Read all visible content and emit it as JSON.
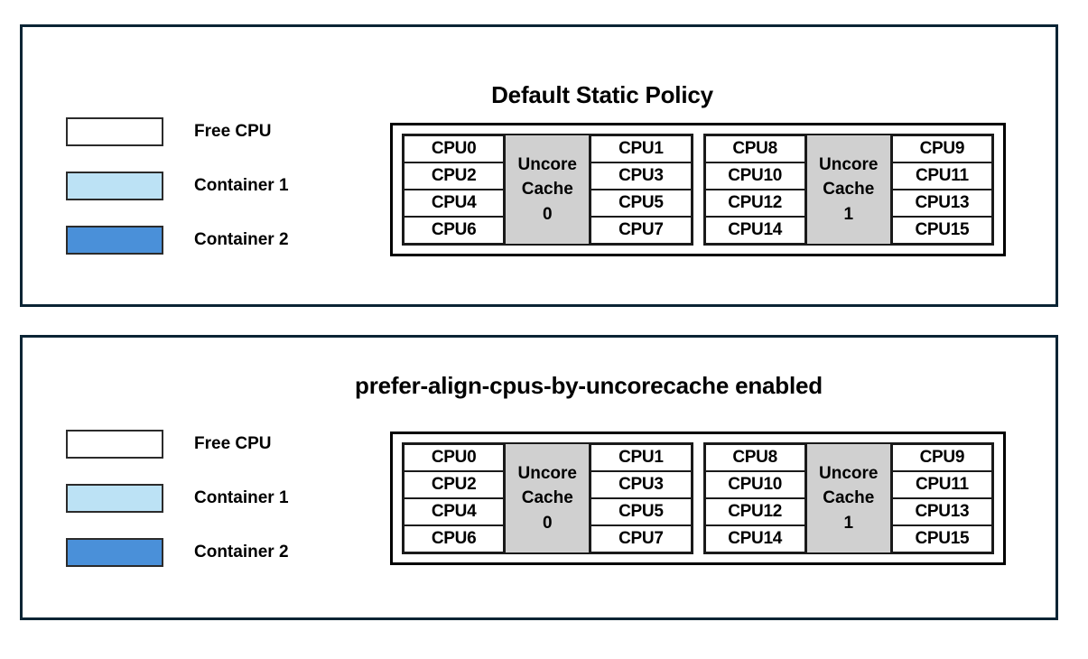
{
  "panels": [
    {
      "id": "default-static-policy",
      "title": "Default Static Policy",
      "legend": {
        "items": [
          {
            "label": "Free CPU",
            "fill": "free",
            "color": "#ffffff"
          },
          {
            "label": "Container 1",
            "fill": "c1",
            "color": "#bce2f5"
          },
          {
            "label": "Container 2",
            "fill": "c2",
            "color": "#4a90d9"
          }
        ]
      },
      "groups": [
        {
          "cache_label_line1": "Uncore",
          "cache_label_line2": "Cache",
          "cache_index": "0",
          "left_column": [
            {
              "label": "CPU0",
              "fill": "c1"
            },
            {
              "label": "CPU2",
              "fill": "c1"
            },
            {
              "label": "CPU4",
              "fill": "c2"
            },
            {
              "label": "CPU6",
              "fill": "c2"
            }
          ],
          "right_column": [
            {
              "label": "CPU1",
              "fill": "c1"
            },
            {
              "label": "CPU3",
              "fill": "c1"
            },
            {
              "label": "CPU5",
              "fill": "c2"
            },
            {
              "label": "CPU7",
              "fill": "c2"
            }
          ]
        },
        {
          "cache_label_line1": "Uncore",
          "cache_label_line2": "Cache",
          "cache_index": "1",
          "left_column": [
            {
              "label": "CPU8",
              "fill": "c2"
            },
            {
              "label": "CPU10",
              "fill": "c2"
            },
            {
              "label": "CPU12",
              "fill": "free"
            },
            {
              "label": "CPU14",
              "fill": "free"
            }
          ],
          "right_column": [
            {
              "label": "CPU9",
              "fill": "c2"
            },
            {
              "label": "CPU11",
              "fill": "c2"
            },
            {
              "label": "CPU13",
              "fill": "free"
            },
            {
              "label": "CPU15",
              "fill": "free"
            }
          ]
        }
      ]
    },
    {
      "id": "prefer-align-cpus-by-uncorecache-enabled",
      "title": "prefer-align-cpus-by-uncorecache enabled",
      "legend": {
        "items": [
          {
            "label": "Free CPU",
            "fill": "free",
            "color": "#ffffff"
          },
          {
            "label": "Container 1",
            "fill": "c1",
            "color": "#bce2f5"
          },
          {
            "label": "Container 2",
            "fill": "c2",
            "color": "#4a90d9"
          }
        ]
      },
      "groups": [
        {
          "cache_label_line1": "Uncore",
          "cache_label_line2": "Cache",
          "cache_index": "0",
          "left_column": [
            {
              "label": "CPU0",
              "fill": "c1"
            },
            {
              "label": "CPU2",
              "fill": "c1"
            },
            {
              "label": "CPU4",
              "fill": "free"
            },
            {
              "label": "CPU6",
              "fill": "free"
            }
          ],
          "right_column": [
            {
              "label": "CPU1",
              "fill": "c1"
            },
            {
              "label": "CPU3",
              "fill": "c1"
            },
            {
              "label": "CPU5",
              "fill": "free"
            },
            {
              "label": "CPU7",
              "fill": "free"
            }
          ]
        },
        {
          "cache_label_line1": "Uncore",
          "cache_label_line2": "Cache",
          "cache_index": "1",
          "left_column": [
            {
              "label": "CPU8",
              "fill": "c2"
            },
            {
              "label": "CPU10",
              "fill": "c2"
            },
            {
              "label": "CPU12",
              "fill": "c2"
            },
            {
              "label": "CPU14",
              "fill": "c2"
            }
          ],
          "right_column": [
            {
              "label": "CPU9",
              "fill": "c2"
            },
            {
              "label": "CPU11",
              "fill": "c2"
            },
            {
              "label": "CPU13",
              "fill": "c2"
            },
            {
              "label": "CPU15",
              "fill": "c2"
            }
          ]
        }
      ]
    }
  ],
  "colors": {
    "free_cpu": "#ffffff",
    "container_1": "#bce2f5",
    "container_2": "#4a90d9",
    "uncore_cache": "#d0d0d0",
    "panel_border": "#0b2434",
    "cell_border": "#1a1a1a"
  }
}
